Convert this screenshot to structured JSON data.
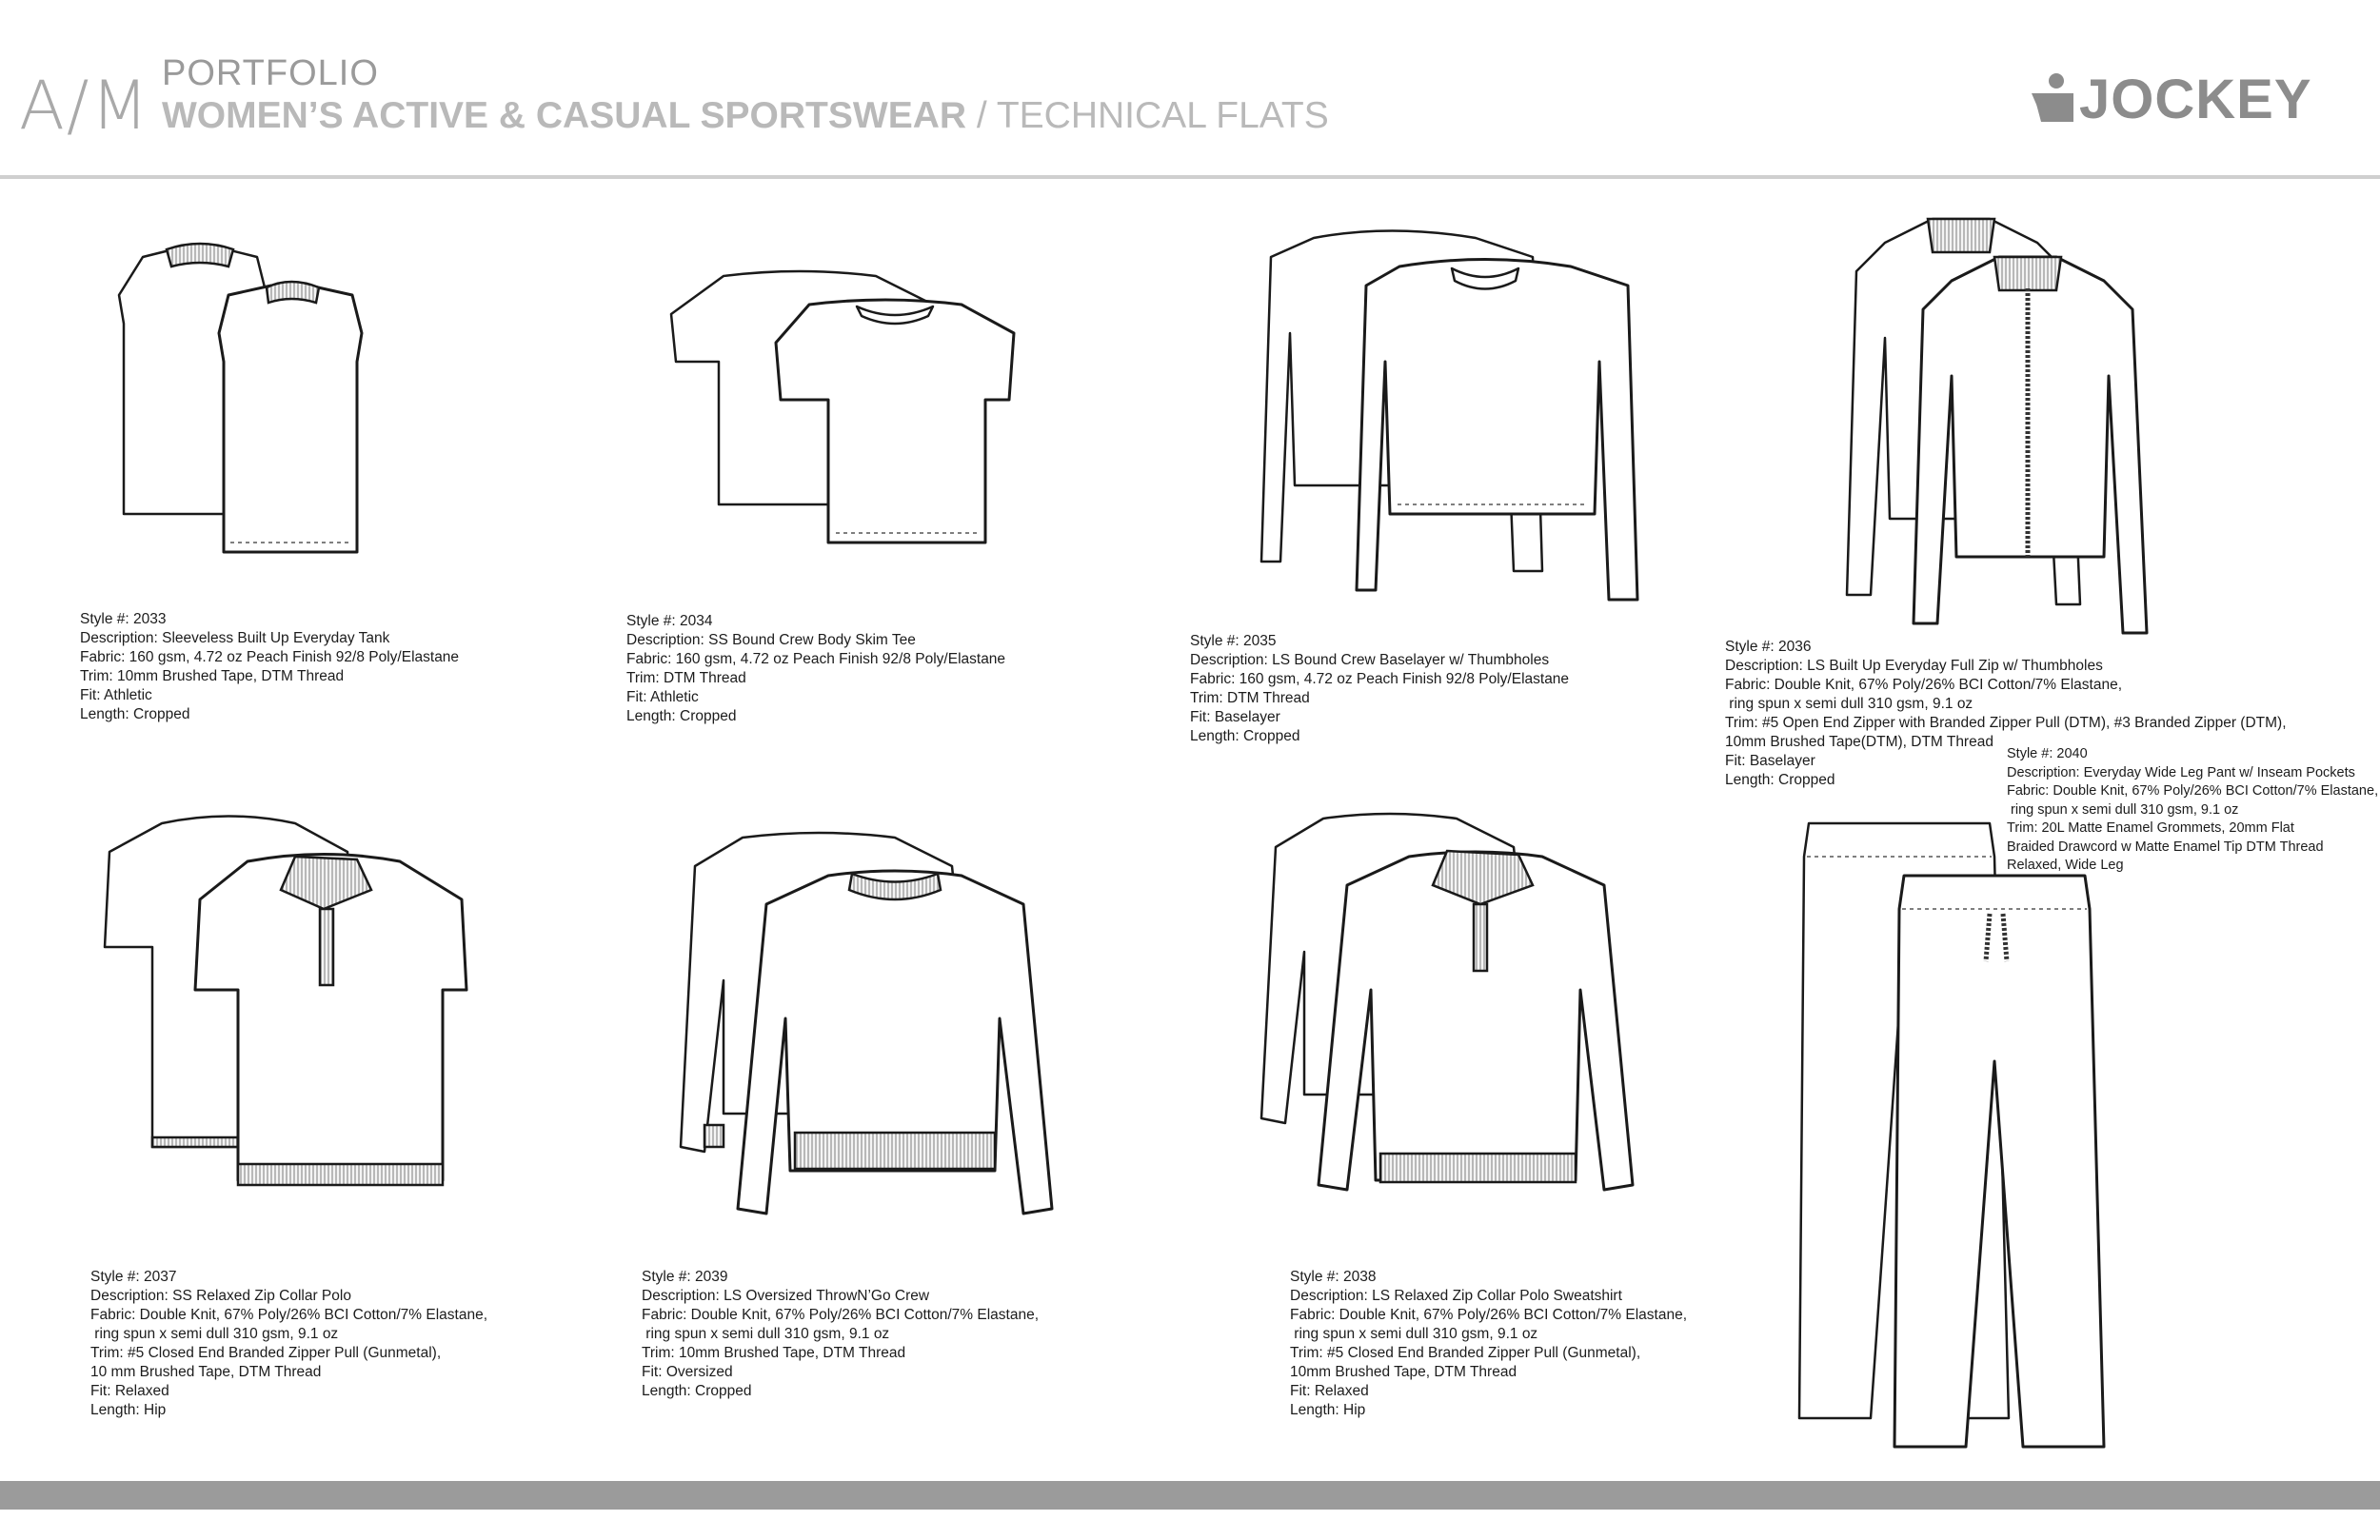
{
  "header": {
    "monogram": "A/M",
    "portfolio": "PORTFOLIO",
    "title_bold": "WOMEN’S ACTIVE & CASUAL SPORTSWEAR",
    "title_sub": " / TECHNICAL FLATS",
    "logo": "JOCKEY"
  },
  "styles": [
    {
      "style": "Style #: 2033",
      "description": "Description: Sleeveless Built Up Everyday Tank",
      "fabric": "Fabric: 160 gsm, 4.72 oz Peach Finish 92/8 Poly/Elastane",
      "trim": "Trim: 10mm Brushed Tape, DTM Thread",
      "fit": "Fit: Athletic",
      "length": "Length: Cropped"
    },
    {
      "style": "Style #: 2034",
      "description": "Description: SS Bound Crew Body Skim Tee",
      "fabric": "Fabric: 160 gsm, 4.72 oz Peach Finish 92/8 Poly/Elastane",
      "trim": "Trim: DTM Thread",
      "fit": "Fit: Athletic",
      "length": "Length: Cropped"
    },
    {
      "style": "Style #: 2035",
      "description": "Description: LS Bound Crew Baselayer w/ Thumbholes",
      "fabric": "Fabric: 160 gsm, 4.72 oz Peach Finish 92/8 Poly/Elastane",
      "trim": "Trim: DTM Thread",
      "fit": "Fit: Baselayer",
      "length": "Length: Cropped"
    },
    {
      "style": "Style #: 2036",
      "description": "Description: LS Built Up Everyday Full Zip w/ Thumbholes",
      "fabric": "Fabric: Double Knit,  67% Poly/26% BCI Cotton/7% Elastane,",
      "fabric2": " ring spun x semi dull 310 gsm, 9.1 oz",
      "trim": "Trim: #5 Open End Zipper with Branded Zipper Pull (DTM), #3 Branded Zipper (DTM),",
      "trim2": "10mm Brushed Tape(DTM), DTM Thread",
      "fit": "Fit: Baselayer",
      "length": "Length: Cropped"
    },
    {
      "style": "Style #: 2040",
      "description": "Description: Everyday Wide Leg Pant w/ Inseam Pockets",
      "fabric": "Fabric: Double Knit,  67% Poly/26% BCI Cotton/7% Elastane,",
      "fabric2": " ring spun x semi dull 310 gsm, 9.1 oz",
      "trim": "Trim: 20L Matte Enamel Grommets,  20mm Flat",
      "trim2": "Braided Drawcord w Matte Enamel Tip DTM Thread",
      "fit": "Relaxed, Wide Leg"
    },
    {
      "style": "Style #: 2037",
      "description": "Description: SS Relaxed Zip Collar Polo",
      "fabric": "Fabric: Double Knit,  67% Poly/26% BCI Cotton/7% Elastane,",
      "fabric2": " ring spun x semi dull 310 gsm, 9.1 oz",
      "trim": "Trim: #5 Closed End Branded Zipper Pull (Gunmetal),",
      "trim2": "10 mm Brushed Tape, DTM Thread",
      "fit": "Fit: Relaxed",
      "length": "Length: Hip"
    },
    {
      "style": "Style #: 2039",
      "description": "Description: LS Oversized ThrowN’Go Crew",
      "fabric": "Fabric: Double Knit,  67% Poly/26% BCI Cotton/7% Elastane,",
      "fabric2": " ring spun x semi dull 310 gsm, 9.1 oz",
      "trim": "Trim: 10mm Brushed Tape, DTM Thread",
      "fit": "Fit: Oversized",
      "length": "Length: Cropped"
    },
    {
      "style": "Style #: 2038",
      "description": "Description: LS Relaxed Zip Collar Polo Sweatshirt",
      "fabric": "Fabric: Double Knit,  67% Poly/26% BCI Cotton/7% Elastane,",
      "fabric2": " ring spun x semi dull 310 gsm, 9.1 oz",
      "trim": "Trim: #5 Closed End Branded Zipper Pull (Gunmetal),",
      "trim2": "10mm Brushed Tape, DTM Thread",
      "fit": "Fit: Relaxed",
      "length": "Length: Hip"
    }
  ]
}
